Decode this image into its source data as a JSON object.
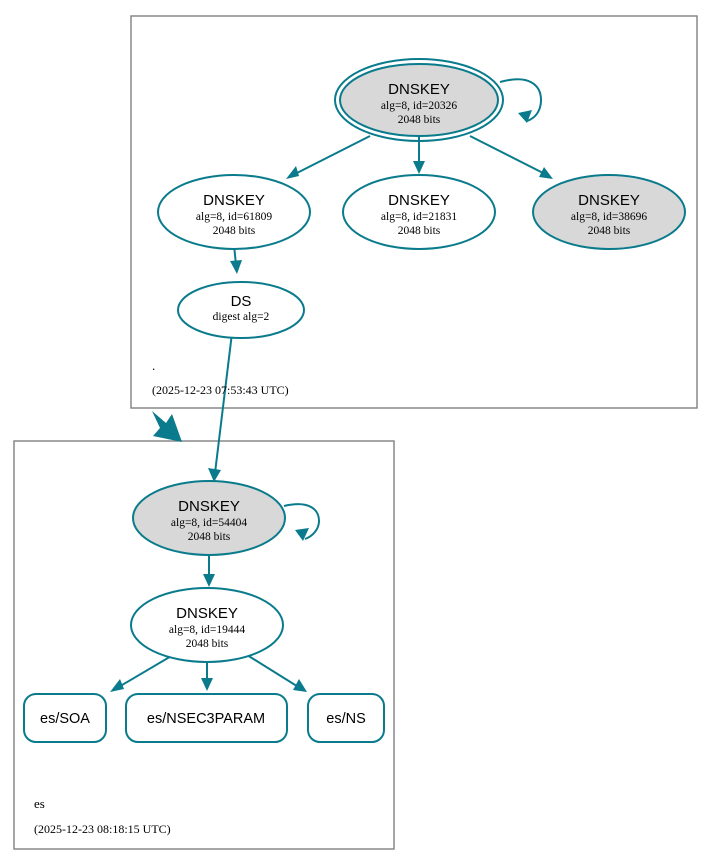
{
  "diagram": {
    "type": "dnssec-authentication-chain",
    "colors": {
      "edge": "#0a7b8c",
      "node_stroke": "#0a7b8c",
      "secure_node_fill": "#d8d8d8",
      "plain_node_fill": "#ffffff",
      "zone_box_stroke": "#808080",
      "background": "#ffffff",
      "text": "#000000"
    }
  },
  "zones": [
    {
      "id": "root",
      "name": ".",
      "timestamp": "(2025-12-23 07:53:43 UTC)",
      "nodes": [
        {
          "id": "ksk-20326",
          "kind": "DNSKEY",
          "title": "DNSKEY",
          "params": "alg=8, id=20326",
          "size": "2048 bits",
          "alg": 8,
          "key_id": 20326,
          "bits": 2048,
          "role": "key-signing-key",
          "shaded": true,
          "double_ring": true,
          "self_signed": true
        },
        {
          "id": "zsk-61809",
          "kind": "DNSKEY",
          "title": "DNSKEY",
          "params": "alg=8, id=61809",
          "size": "2048 bits",
          "alg": 8,
          "key_id": 61809,
          "bits": 2048,
          "role": "zone-signing-key",
          "shaded": false,
          "double_ring": false,
          "self_signed": false
        },
        {
          "id": "zsk-21831",
          "kind": "DNSKEY",
          "title": "DNSKEY",
          "params": "alg=8, id=21831",
          "size": "2048 bits",
          "alg": 8,
          "key_id": 21831,
          "bits": 2048,
          "role": "zone-signing-key",
          "shaded": false,
          "double_ring": false,
          "self_signed": false
        },
        {
          "id": "zsk-38696",
          "kind": "DNSKEY",
          "title": "DNSKEY",
          "params": "alg=8, id=38696",
          "size": "2048 bits",
          "alg": 8,
          "key_id": 38696,
          "bits": 2048,
          "role": "zone-signing-key",
          "shaded": true,
          "double_ring": false,
          "self_signed": false
        },
        {
          "id": "ds-root",
          "kind": "DS",
          "title": "DS",
          "params": "digest alg=2",
          "size": "",
          "shaded": false,
          "double_ring": false,
          "self_signed": false
        }
      ]
    },
    {
      "id": "es",
      "name": "es",
      "timestamp": "(2025-12-23 08:18:15 UTC)",
      "nodes": [
        {
          "id": "ksk-54404",
          "kind": "DNSKEY",
          "title": "DNSKEY",
          "params": "alg=8, id=54404",
          "size": "2048 bits",
          "alg": 8,
          "key_id": 54404,
          "bits": 2048,
          "role": "key-signing-key",
          "shaded": true,
          "double_ring": false,
          "self_signed": true
        },
        {
          "id": "zsk-19444",
          "kind": "DNSKEY",
          "title": "DNSKEY",
          "params": "alg=8, id=19444",
          "size": "2048 bits",
          "alg": 8,
          "key_id": 19444,
          "bits": 2048,
          "role": "zone-signing-key",
          "shaded": false,
          "double_ring": false,
          "self_signed": false
        }
      ],
      "rrsets": [
        {
          "id": "es-soa",
          "label": "es/SOA"
        },
        {
          "id": "es-nsec3param",
          "label": "es/NSEC3PARAM"
        },
        {
          "id": "es-ns",
          "label": "es/NS"
        }
      ]
    }
  ],
  "edges": [
    {
      "from": "ksk-20326",
      "to": "ksk-20326",
      "type": "self-sign"
    },
    {
      "from": "ksk-20326",
      "to": "zsk-61809",
      "type": "rrsig"
    },
    {
      "from": "ksk-20326",
      "to": "zsk-21831",
      "type": "rrsig"
    },
    {
      "from": "ksk-20326",
      "to": "zsk-38696",
      "type": "rrsig"
    },
    {
      "from": "zsk-61809",
      "to": "ds-root",
      "type": "rrsig"
    },
    {
      "from": "ds-root",
      "to": "ksk-54404",
      "type": "ds-to-dnskey"
    },
    {
      "from": "root",
      "to": "es",
      "type": "delegation"
    },
    {
      "from": "ksk-54404",
      "to": "ksk-54404",
      "type": "self-sign"
    },
    {
      "from": "ksk-54404",
      "to": "zsk-19444",
      "type": "rrsig"
    },
    {
      "from": "zsk-19444",
      "to": "es-soa",
      "type": "rrsig"
    },
    {
      "from": "zsk-19444",
      "to": "es-nsec3param",
      "type": "rrsig"
    },
    {
      "from": "zsk-19444",
      "to": "es-ns",
      "type": "rrsig"
    }
  ]
}
